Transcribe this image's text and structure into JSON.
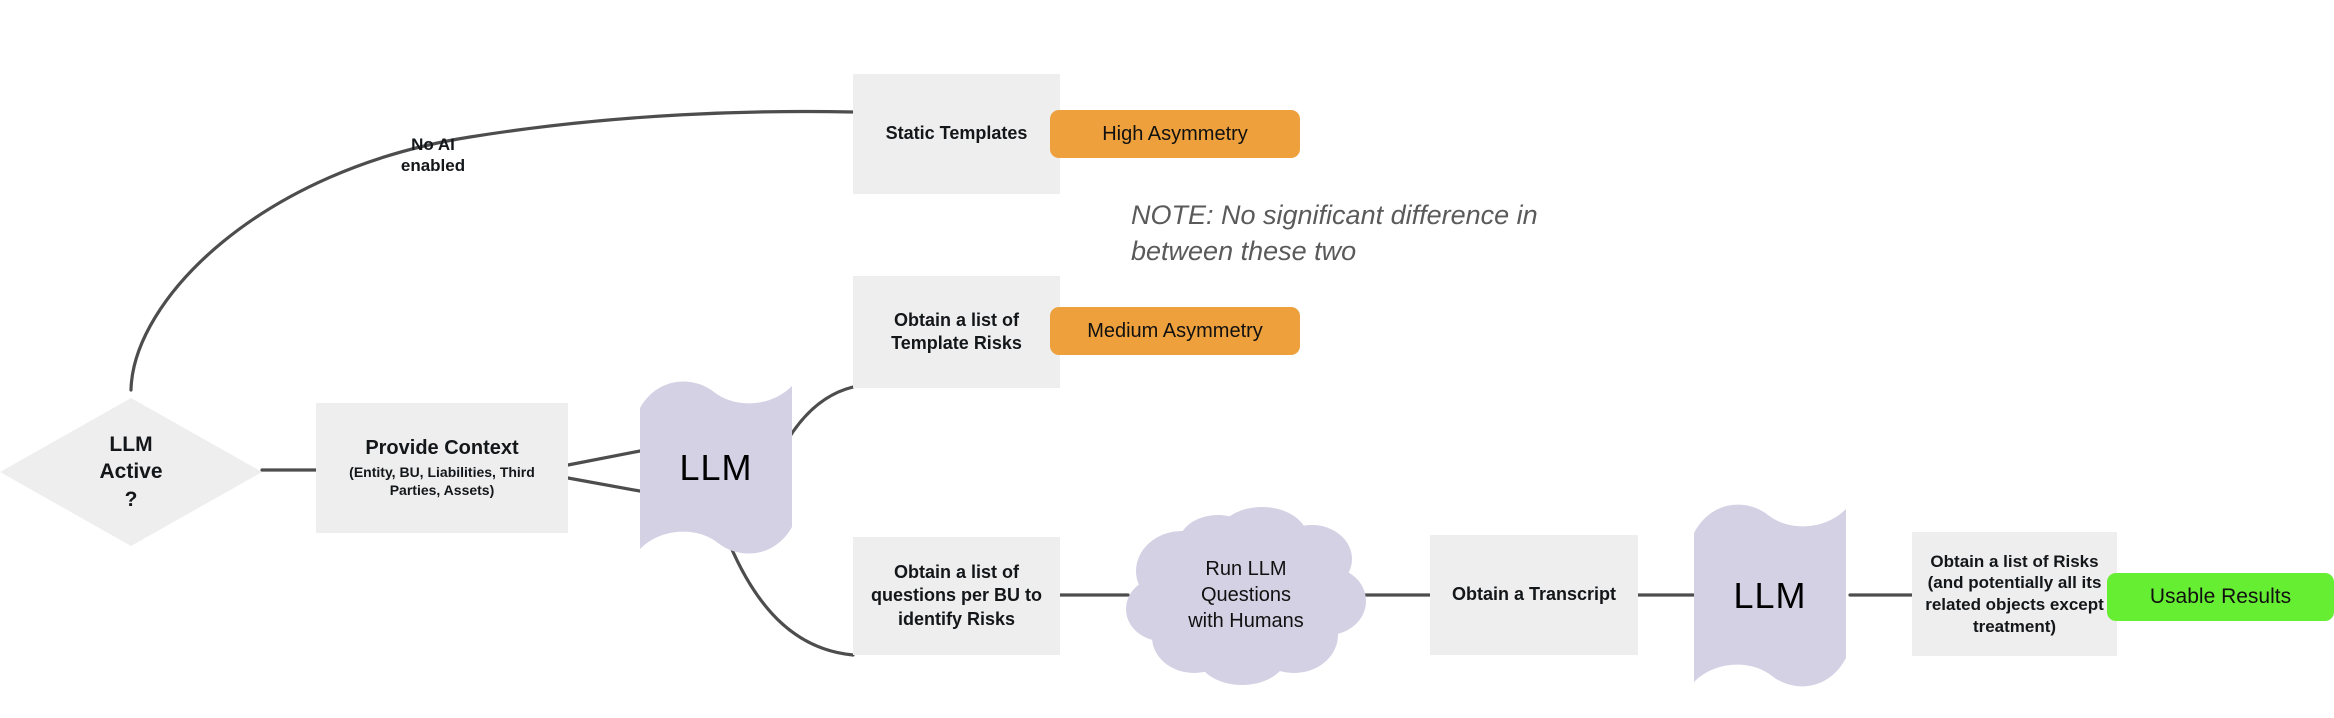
{
  "diagram": {
    "title": "LLM Risk Identification Flow",
    "colors": {
      "canvas_bg": "#ffffff",
      "box_fill": "#eeeeee",
      "box_text": "#14171a",
      "llm_fill": "#d5d1e5",
      "cloud_fill": "#d5d1e5",
      "badge_orange": "#eda03c",
      "badge_green": "#66ee33",
      "edge_stroke": "#4d4d4d",
      "note_text": "#5a5a5a"
    },
    "decision": {
      "line1": "LLM",
      "line2": "Active",
      "line3": "?"
    },
    "edge_labels": {
      "no_ai_enabled": "No AI\nenabled"
    },
    "nodes": {
      "provide_context": {
        "title": "Provide Context",
        "subtitle": "(Entity, BU, Liabilities, Third Parties, Assets)"
      },
      "llm_first": {
        "label": "LLM"
      },
      "llm_second": {
        "label": "LLM"
      },
      "static_templates": {
        "label": "Static Templates"
      },
      "template_risks": {
        "label": "Obtain a list of Template Risks"
      },
      "questions_per_bu": {
        "label": "Obtain a list of questions per BU to identify Risks"
      },
      "run_llm_questions": {
        "label": "Run LLM Questions with Humans"
      },
      "obtain_transcript": {
        "label": "Obtain a Transcript"
      },
      "obtain_risks": {
        "label": "Obtain a list of Risks (and potentially all its related objects except treatment)"
      }
    },
    "badges": {
      "high_asymmetry": {
        "label": "High Asymmetry",
        "color": "#eda03c"
      },
      "medium_asymmetry": {
        "label": "Medium Asymmetry",
        "color": "#eda03c"
      },
      "usable_results": {
        "label": "Usable Results",
        "color": "#66ee33"
      }
    },
    "annotations": {
      "note": "NOTE: No significant difference in\nbetween these two"
    }
  }
}
